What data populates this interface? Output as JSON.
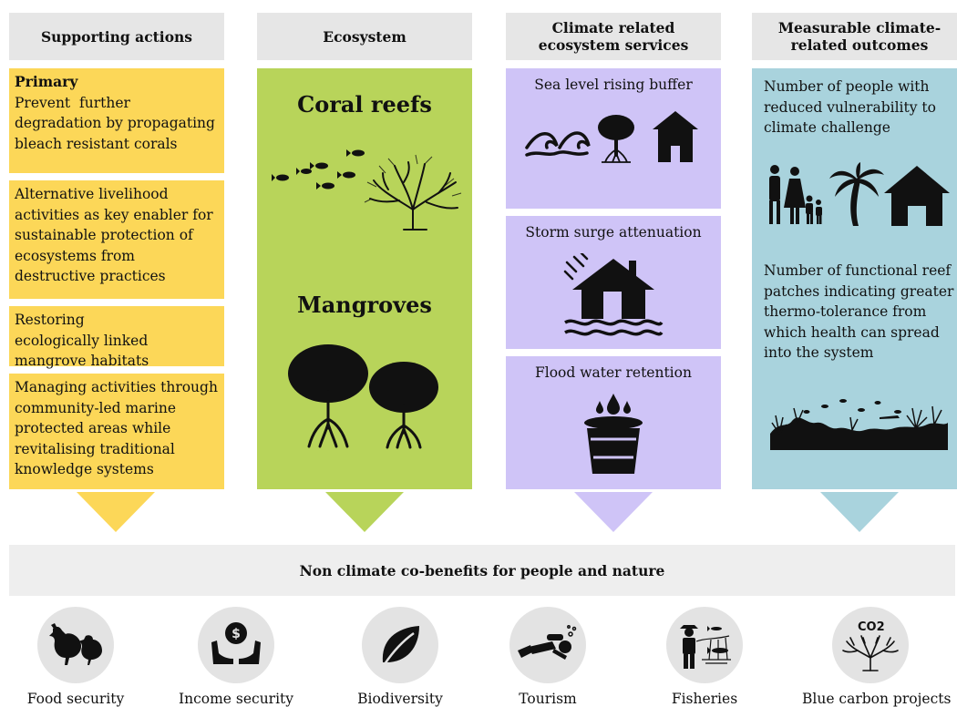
{
  "columns": [
    {
      "header": "Supporting actions"
    },
    {
      "header": "Ecosystem"
    },
    {
      "header": "Climate related ecosystem services"
    },
    {
      "header": "Measurable climate-related outcomes"
    }
  ],
  "supporting_actions": {
    "primary_label": "Primary",
    "items": [
      "Prevent  further degradation by propagating bleach resistant corals",
      "Alternative livelihood activities as key enabler for sustainable protection of ecosystems from destructive practices",
      "Restoring ecologically linked mangrove habitats",
      "Managing activities through community-led marine protected areas while revitalising traditional knowledge systems"
    ]
  },
  "ecosystems": [
    "Coral reefs",
    "Mangroves"
  ],
  "services": [
    "Sea level rising buffer",
    "Storm surge attenuation",
    "Flood water retention"
  ],
  "outcomes": [
    "Number of people with reduced vulnerability to climate challenge",
    "Number of functional reef patches indicating greater thermo-tolerance from which health can spread into the system"
  ],
  "co_benefits": {
    "title": "Non climate co-benefits for people and nature",
    "items": [
      {
        "label": "Food security",
        "icon": "chicken-icon"
      },
      {
        "label": "Income security",
        "icon": "hands-coin-icon"
      },
      {
        "label": "Biodiversity",
        "icon": "leaf-icon"
      },
      {
        "label": "Tourism",
        "icon": "diver-icon"
      },
      {
        "label": "Fisheries",
        "icon": "fisher-icon"
      },
      {
        "label": "Blue carbon projects",
        "icon": "co2-coral-icon",
        "icon_text": "CO2"
      }
    ]
  },
  "colors": {
    "yellow": "#fcd758",
    "green": "#b8d45a",
    "purple": "#cfc4f7",
    "blue": "#a9d3dd",
    "header": "#e6e6e6"
  }
}
